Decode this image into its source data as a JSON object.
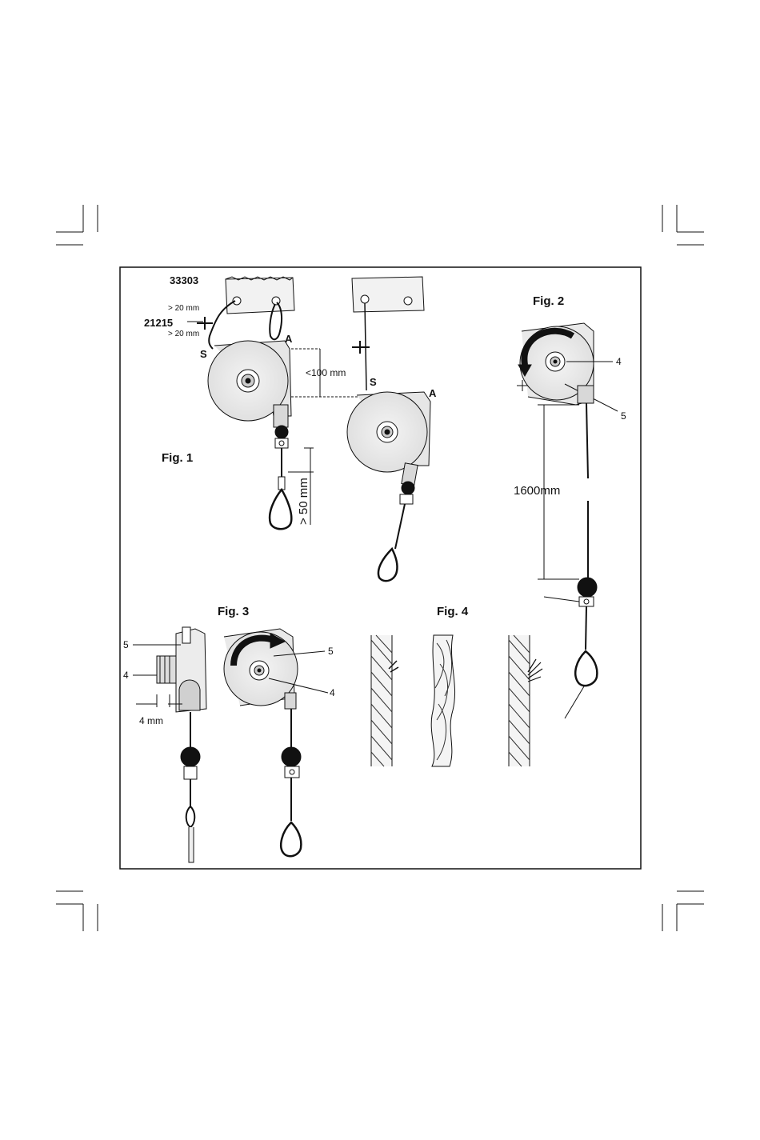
{
  "figures": {
    "fig1": "Fig. 1",
    "fig2": "Fig. 2",
    "fig3": "Fig. 3",
    "fig4": "Fig. 4"
  },
  "parts": {
    "part_33303": "33303",
    "part_21215": "21215",
    "label_S": "S",
    "label_A": "A",
    "label_4": "4",
    "label_5": "5"
  },
  "dimensions": {
    "gt20_top": "> 20 mm",
    "gt20_bottom": "> 20 mm",
    "lt100": "<100 mm",
    "gt50": "> 50 mm",
    "d1600": "1600mm",
    "d4": "4 mm"
  }
}
